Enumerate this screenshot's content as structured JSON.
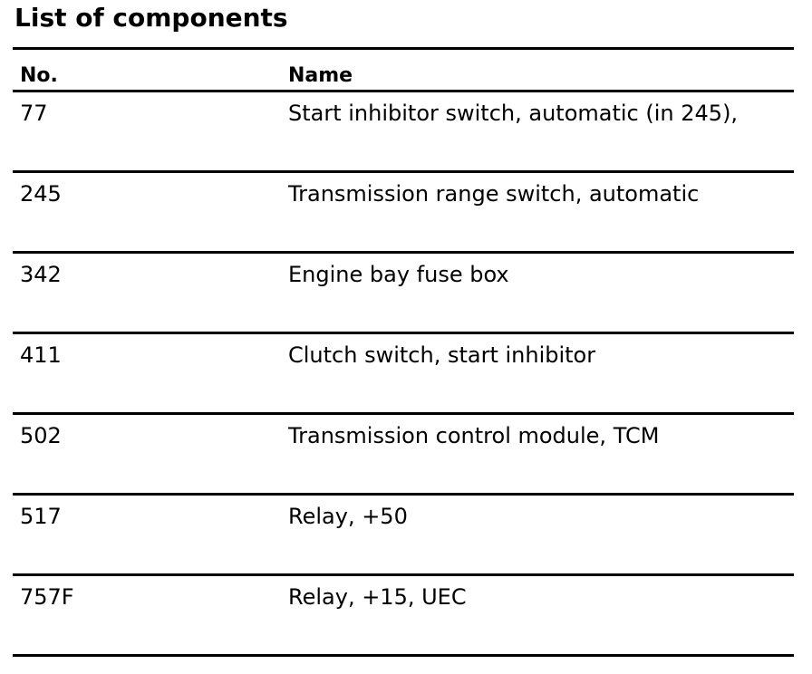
{
  "title": "List of components",
  "table": {
    "headers": {
      "no": "No.",
      "name": "Name"
    },
    "rows": [
      {
        "no": "77",
        "name": "Start inhibitor switch, automatic (in 245),"
      },
      {
        "no": "245",
        "name": "Transmission range switch, automatic"
      },
      {
        "no": "342",
        "name": "Engine bay fuse box"
      },
      {
        "no": "411",
        "name": "Clutch switch, start inhibitor"
      },
      {
        "no": "502",
        "name": "Transmission control module, TCM"
      },
      {
        "no": "517",
        "name": "Relay, +50"
      },
      {
        "no": "757F",
        "name": "Relay, +15, UEC"
      }
    ]
  }
}
